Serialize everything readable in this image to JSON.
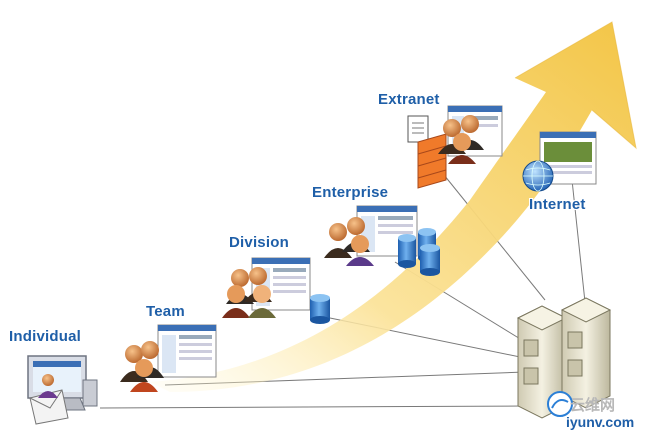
{
  "labels": {
    "individual": "Individual",
    "team": "Team",
    "division": "Division",
    "enterprise": "Enterprise",
    "extranet": "Extranet",
    "internet": "Internet"
  },
  "watermark": {
    "cn": "云维网",
    "en": "iyunv.com"
  },
  "colors": {
    "arrow": "#f7d26a",
    "label": "#1f5fa8",
    "database": "#3a7fd1",
    "server": "#e6e2cf"
  }
}
